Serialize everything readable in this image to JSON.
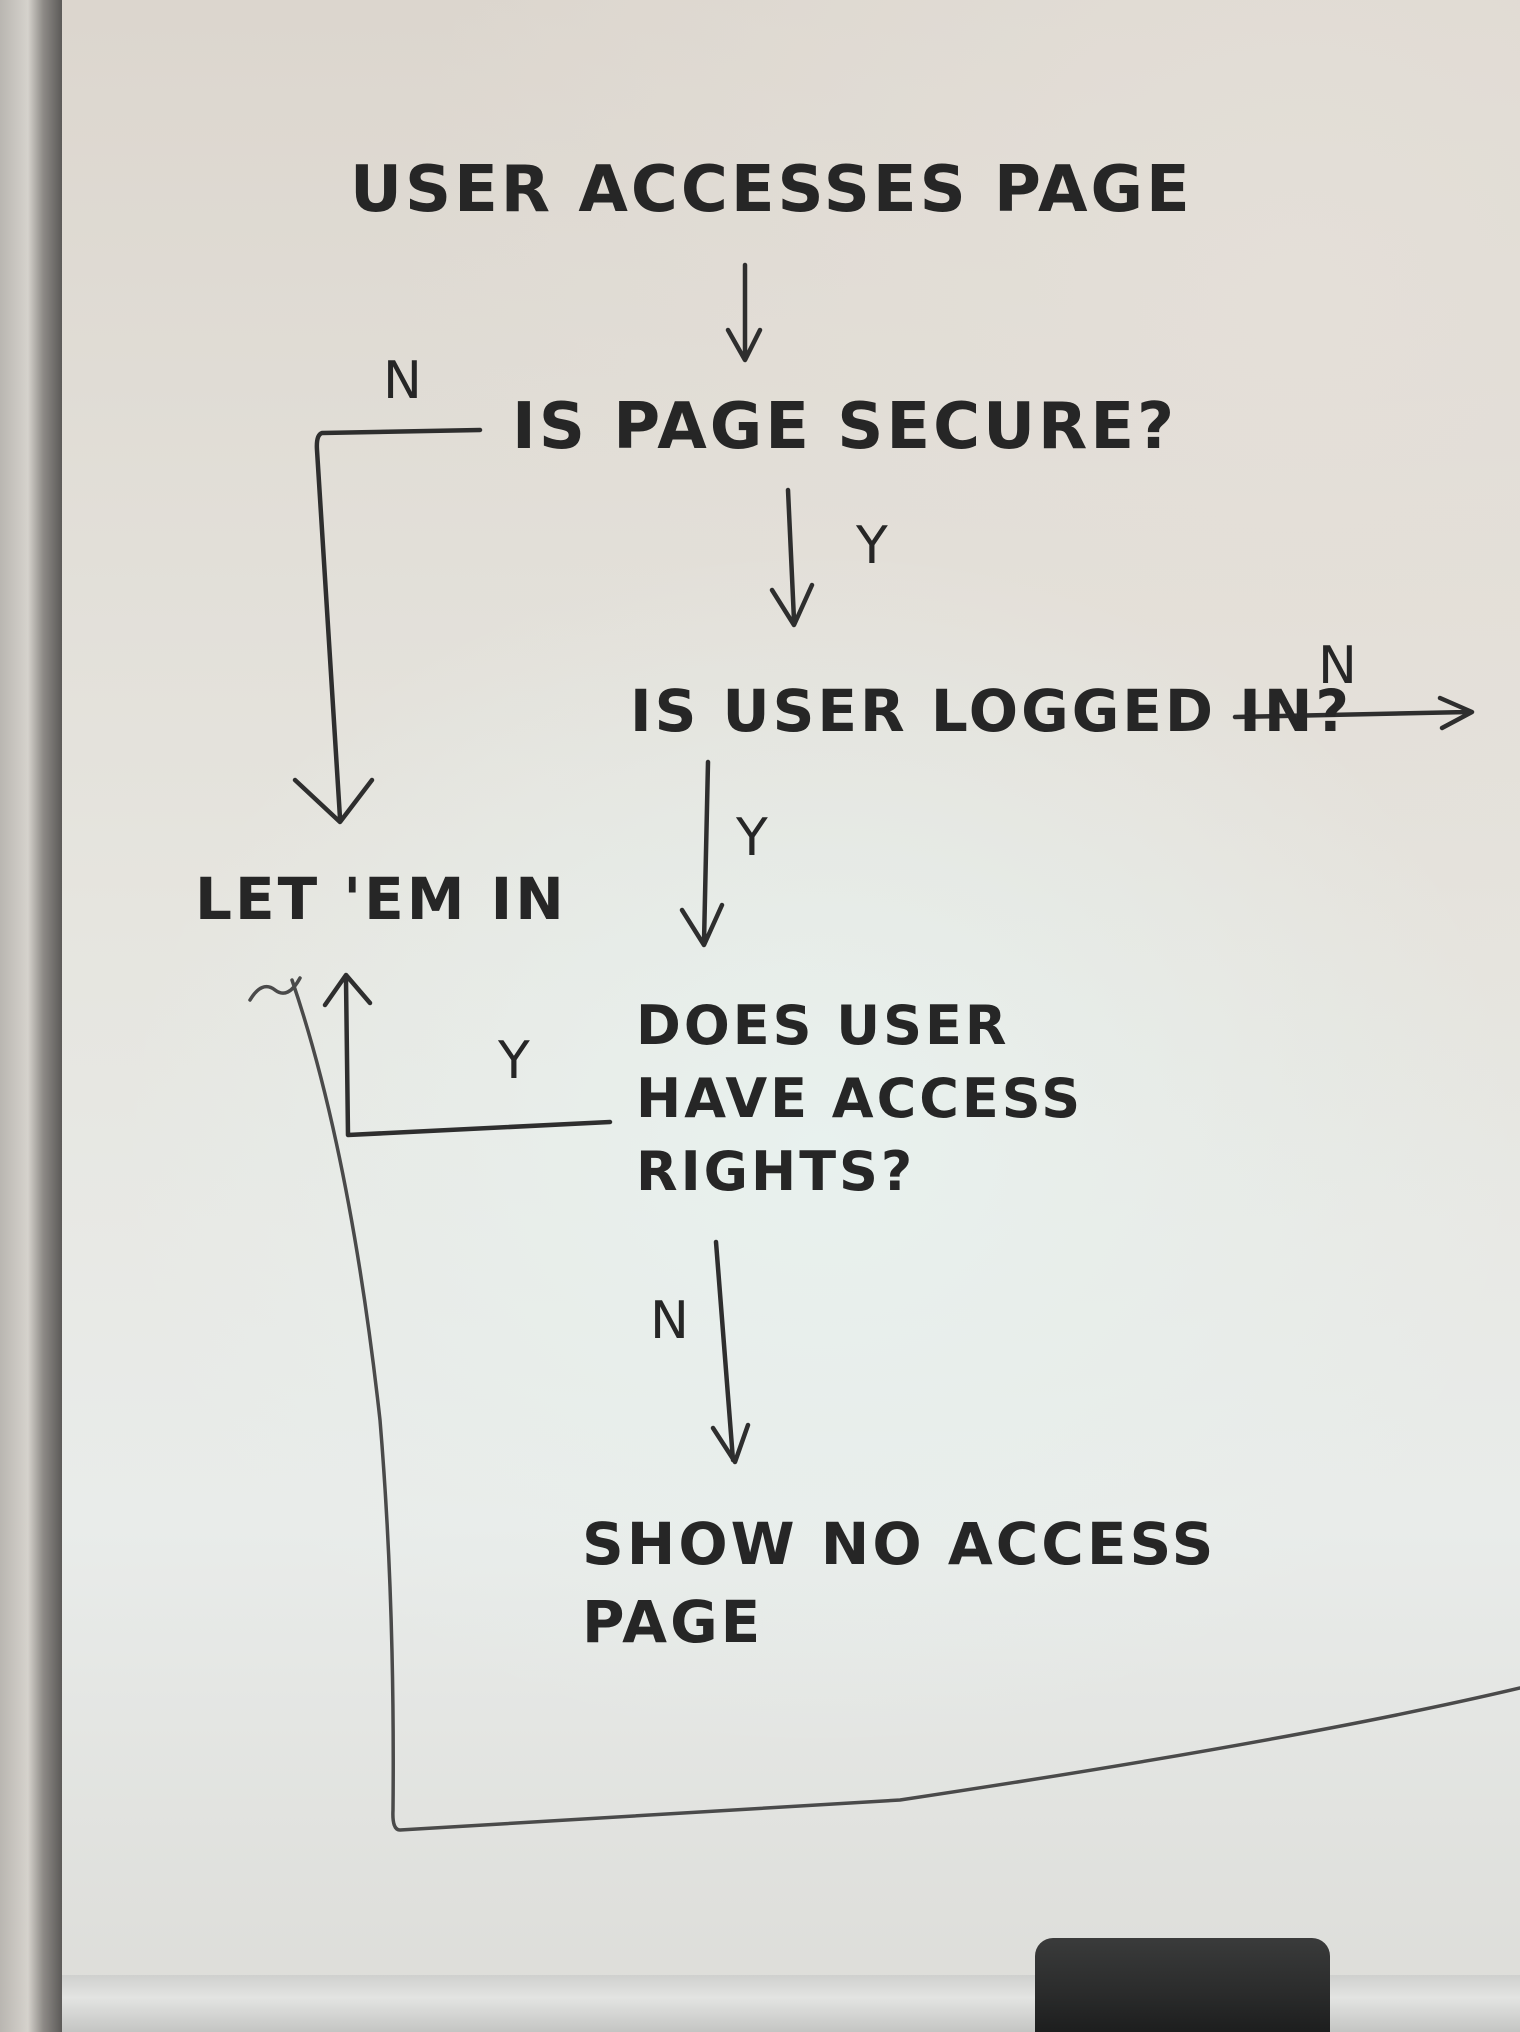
{
  "diagram": {
    "nodes": {
      "start": "USER ACCESSES PAGE",
      "page_secure": "IS PAGE SECURE?",
      "logged_in": "IS USER LOGGED IN?",
      "let_em_in": "LET 'EM IN",
      "access_rights": "DOES USER\nHAVE ACCESS\nRIGHTS?",
      "no_access": "SHOW NO ACCESS\nPAGE"
    },
    "edge_labels": {
      "secure_no": "N",
      "secure_yes": "Y",
      "logged_in_no": "N",
      "logged_in_yes": "Y",
      "rights_yes": "Y",
      "rights_no": "N"
    },
    "edges": [
      {
        "from": "start",
        "to": "page_secure",
        "label": ""
      },
      {
        "from": "page_secure",
        "to": "let_em_in",
        "label": "N"
      },
      {
        "from": "page_secure",
        "to": "logged_in",
        "label": "Y"
      },
      {
        "from": "logged_in",
        "to": "off-board",
        "label": "N"
      },
      {
        "from": "logged_in",
        "to": "access_rights",
        "label": "Y"
      },
      {
        "from": "access_rights",
        "to": "let_em_in",
        "label": "Y"
      },
      {
        "from": "access_rights",
        "to": "no_access",
        "label": "N"
      },
      {
        "from": "off-board",
        "to": "let_em_in",
        "label": ""
      }
    ]
  }
}
